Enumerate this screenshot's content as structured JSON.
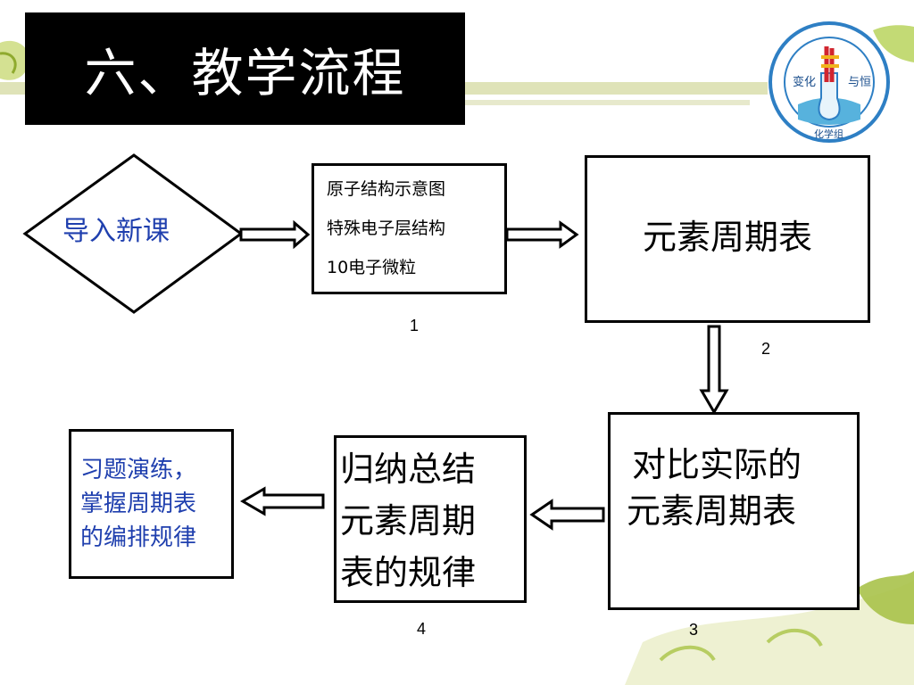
{
  "title": "六、教学流程",
  "nodes": {
    "intro": "导入新课",
    "box1": {
      "line1": "原子结构示意图",
      "line2": "特殊电子层结构",
      "line3": "10电子微粒"
    },
    "box2": "元素周期表",
    "box3": {
      "line1": "对比实际的",
      "line2": "元素周期表"
    },
    "box4": {
      "line1": "归纳总结",
      "line2": "元素周期",
      "line3": "表的规律"
    },
    "box5": {
      "line1": "习题演练，",
      "line2": "掌握周期表",
      "line3": "的编排规律"
    }
  },
  "step_numbers": {
    "n1": "1",
    "n2": "2",
    "n3": "3",
    "n4": "4"
  },
  "logo": {
    "left_text": "变化",
    "right_text": "与恒",
    "bottom_text": "化学组"
  },
  "colors": {
    "title_bg": "#000000",
    "title_fg": "#ffffff",
    "blue_text": "#1f3fae",
    "logo_ring": "#2e7fc4",
    "deco_green": "#a8c24a"
  }
}
